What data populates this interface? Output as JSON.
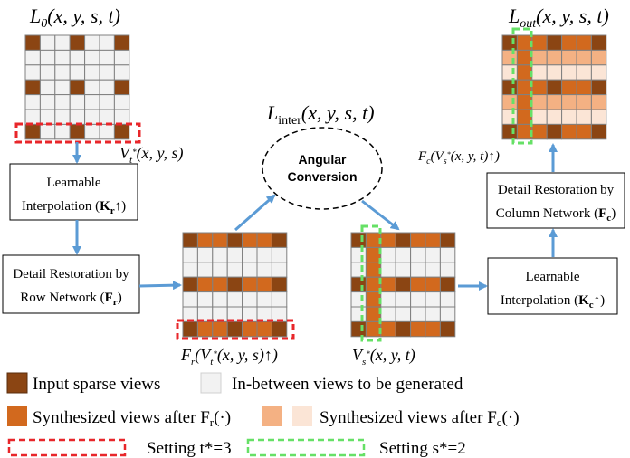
{
  "colors": {
    "input": "#8B4513",
    "between": "#F2F2F2",
    "synth_r": "#D2691E",
    "synth_c_dark": "#F4B183",
    "synth_c_light": "#FBE5D6",
    "grid_line": "#808080",
    "arrow": "#5B9BD5",
    "red_dash": "#E8262A",
    "green_dash": "#66E066"
  },
  "labels": {
    "l0": "L0(x, y, s, t)",
    "vt": "Vt*(x, y, s)",
    "linter": "Linter(x, y, s, t)",
    "fr_vt": "Fr(Vt*(x, y, s)↑)",
    "vs": "Vs*(x, y, t)",
    "fc_vs": "Fc(Vs*(x, y, t)↑)",
    "lout": "Lout(x, y, s, t)"
  },
  "boxes": {
    "interp_r_line1": "Learnable",
    "interp_r_line2": "Interpolation (Kr↑)",
    "detail_r_line1": "Detail Restoration by",
    "detail_r_line2": "Row Network (Fr)",
    "angular_line1": "Angular",
    "angular_line2": "Conversion",
    "interp_c_line1": "Learnable",
    "interp_c_line2": "Interpolation (Kc↑)",
    "detail_c_line1": "Detail Restoration by",
    "detail_c_line2": "Column Network (Fc)"
  },
  "legend": {
    "input": "Input sparse views",
    "between": "In-between views to be generated",
    "synth_r": "Synthesized views after Fr(·)",
    "synth_c": "Synthesized views after Fc(·)",
    "setting_t": "Setting t*=3",
    "setting_s": "Setting s*=2"
  },
  "grids": {
    "grid_l0": [
      "ibbibbi",
      "bbbbbbb",
      "bbbbbbb",
      "ibbibbi",
      "bbbbbbb",
      "bbbbbbb",
      "ibbibbi"
    ],
    "grid_fr": [
      "irrirri",
      "bbbbbbb",
      "bbbbbbb",
      "irrirri",
      "bbbbbbb",
      "bbbbbbb",
      "irrirri"
    ],
    "grid_vs": [
      "irrirri",
      "brbbbbb",
      "brbbbbb",
      "irrirri",
      "brbbbbb",
      "brbbbbb",
      "irrirri"
    ],
    "grid_out": [
      "irrirri",
      "dcdddd d",
      "lclllll",
      "irrirri",
      "dcddddd",
      "lclllll",
      "irrirri"
    ]
  }
}
